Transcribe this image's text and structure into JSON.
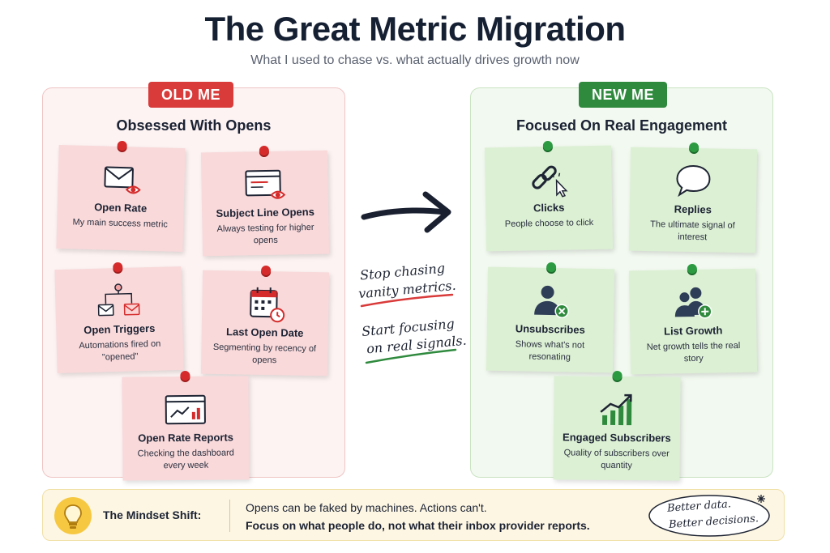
{
  "header": {
    "title": "The Great Metric Migration",
    "subtitle": "What I used to chase vs. what actually drives growth now"
  },
  "colors": {
    "old_accent": "#d93a3a",
    "new_accent": "#2f8a3e",
    "banner_bg": "#fdf6e3"
  },
  "old_panel": {
    "badge": "OLD ME",
    "heading": "Obsessed With Opens",
    "notes": [
      {
        "icon": "envelope-eye-icon",
        "title": "Open Rate",
        "desc": "My main success metric"
      },
      {
        "icon": "browser-eye-icon",
        "title": "Subject Line Opens",
        "desc": "Always testing for higher opens"
      },
      {
        "icon": "workflow-envelopes-icon",
        "title": "Open Triggers",
        "desc": "Automations fired on \"opened\""
      },
      {
        "icon": "calendar-clock-icon",
        "title": "Last Open Date",
        "desc": "Segmenting by recency of opens"
      },
      {
        "icon": "dashboard-chart-icon",
        "title": "Open Rate Reports",
        "desc": "Checking the dashboard every week"
      }
    ]
  },
  "new_panel": {
    "badge": "NEW ME",
    "heading": "Focused On Real Engagement",
    "notes": [
      {
        "icon": "link-cursor-icon",
        "title": "Clicks",
        "desc": "People choose to click"
      },
      {
        "icon": "speech-bubble-icon",
        "title": "Replies",
        "desc": "The ultimate signal of interest"
      },
      {
        "icon": "user-remove-icon",
        "title": "Unsubscribes",
        "desc": "Shows what's not resonating"
      },
      {
        "icon": "users-add-icon",
        "title": "List Growth",
        "desc": "Net growth tells the real story"
      },
      {
        "icon": "growth-chart-icon",
        "title": "Engaged Subscribers",
        "desc": "Quality of subscribers over quantity"
      }
    ]
  },
  "middle_note": {
    "line1": "Stop chasing",
    "line2": "vanity metrics.",
    "line3": "Start focusing",
    "line4": "on real signals."
  },
  "banner": {
    "icon": "lightbulb-icon",
    "label": "The Mindset Shift:",
    "line1": "Opens can be faked by machines. Actions can't.",
    "line2": "Focus on what people do, not what their inbox provider reports.",
    "bubble_line1": "Better data.",
    "bubble_line2": "Better decisions."
  }
}
